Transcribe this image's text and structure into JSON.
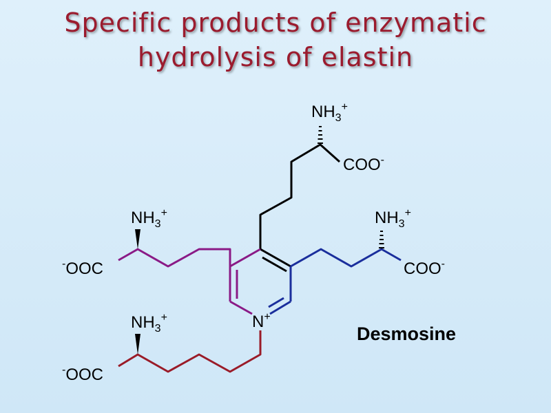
{
  "title": {
    "line1": "Specific products of enzymatic",
    "line2": "hydrolysis of elastin"
  },
  "molecule": {
    "name": "Desmosine",
    "groups": {
      "amine_base": "NH",
      "amine_sub": "3",
      "amine_charge": "+",
      "carboxyl": "COO",
      "carboxyl_charge": "-",
      "carboxyl_left": "OOC",
      "nitrogen": "N",
      "nitrogen_charge": "+"
    }
  },
  "colors": {
    "title": "#9b1b2e",
    "top_chain": "#000000",
    "left_chain": "#8a1a86",
    "right_chain": "#1a2e9c",
    "bottom_chain": "#9a1b28",
    "background": "#d6ecfa"
  }
}
